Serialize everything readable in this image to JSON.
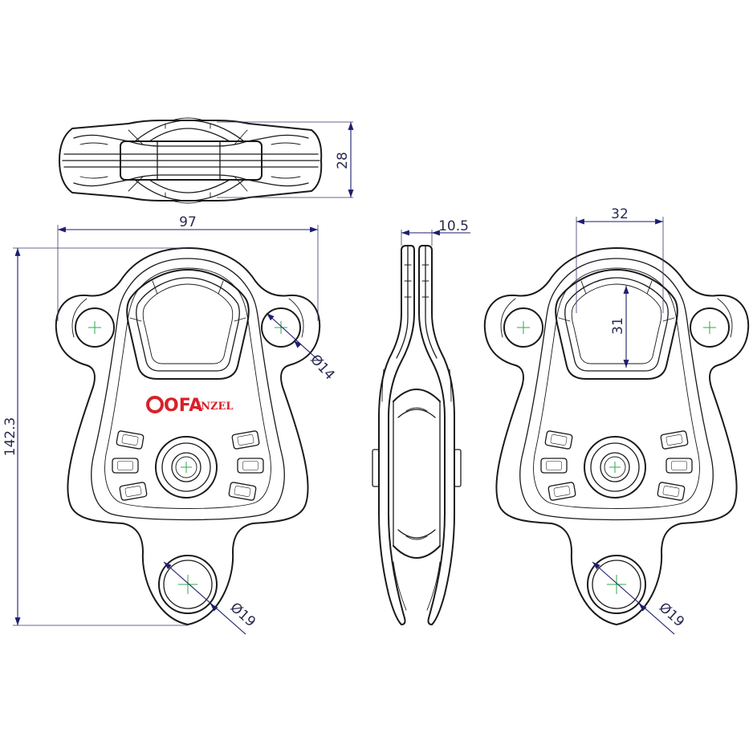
{
  "dimensions": {
    "top_thickness": "28",
    "front_width": "97",
    "front_height": "142.3",
    "upper_hole": "Ø14",
    "lower_hole_front": "Ø19",
    "side_thickness": "10.5",
    "opening_width": "32",
    "opening_height": "31",
    "lower_hole_back": "Ø19"
  },
  "branding": {
    "logo": "OFA",
    "model": "INZEL"
  },
  "colors": {
    "outline": "#1a1a1a",
    "dimension": "#1d1d6e",
    "centerline": "#2fa84a",
    "brand": "#d8202a"
  }
}
